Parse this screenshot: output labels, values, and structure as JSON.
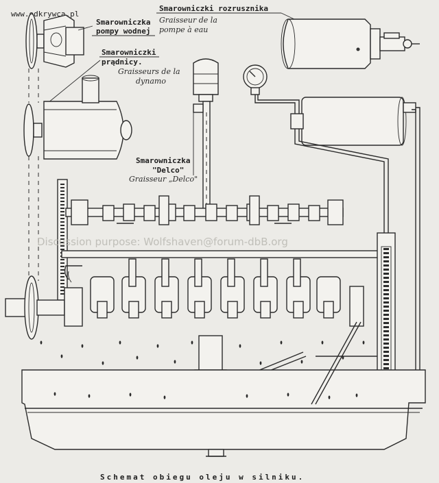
{
  "watermark_top": "www.odkrywca.pl",
  "watermark_middle": "Discussion purpose: Wolfshaven@forum-dbB.org",
  "caption": "Schemat obiegu oleju w silniku.",
  "labels": {
    "pump_pl_1": "Smarowniczka",
    "pump_pl_2": "pompy wodnej",
    "starter_pl": "Smarowniczki rozrusznika",
    "starter_fr_1": "Graisseur de la",
    "starter_fr_2": "pompe à eau",
    "dynamo_pl_1": "Smarowniczki",
    "dynamo_pl_2": "prądnicy.",
    "dynamo_fr_1": "Graisseurs de la",
    "dynamo_fr_2": "dynamo",
    "delco_pl_1": "Smarowniczka",
    "delco_pl_2": "\"Delco\"",
    "delco_fr": "Graisseur „Delco\""
  }
}
